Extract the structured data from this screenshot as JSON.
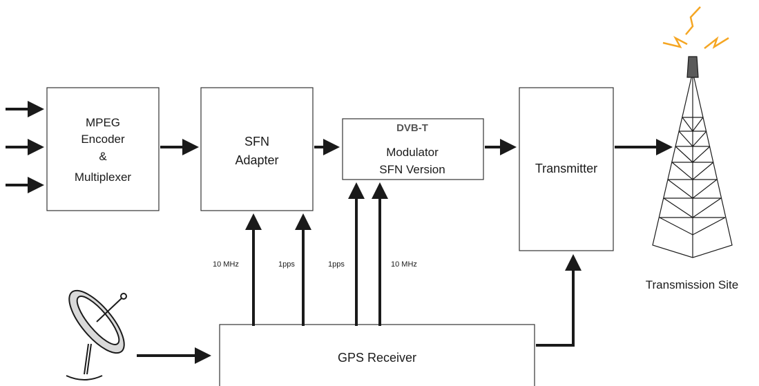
{
  "blocks": {
    "mpeg": {
      "lines": [
        "MPEG",
        "Encoder",
        "&",
        "Multiplexer"
      ]
    },
    "sfn_adapter": {
      "lines": [
        "SFN",
        "Adapter"
      ]
    },
    "modulator": {
      "title": "DVB-T",
      "lines": [
        "Modulator",
        "SFN Version"
      ]
    },
    "transmitter": {
      "label": "Transmitter"
    },
    "gps": {
      "label": "GPS Receiver"
    }
  },
  "signals": {
    "adapter_10mhz": "10 MHz",
    "adapter_1pps": "1pps",
    "modulator_1pps": "1pps",
    "modulator_10mhz": "10 MHz"
  },
  "tower": {
    "caption": "Transmission Site"
  },
  "colors": {
    "lightning": "#f5a623",
    "stroke": "#1a1a1a",
    "box_border": "#333333"
  }
}
